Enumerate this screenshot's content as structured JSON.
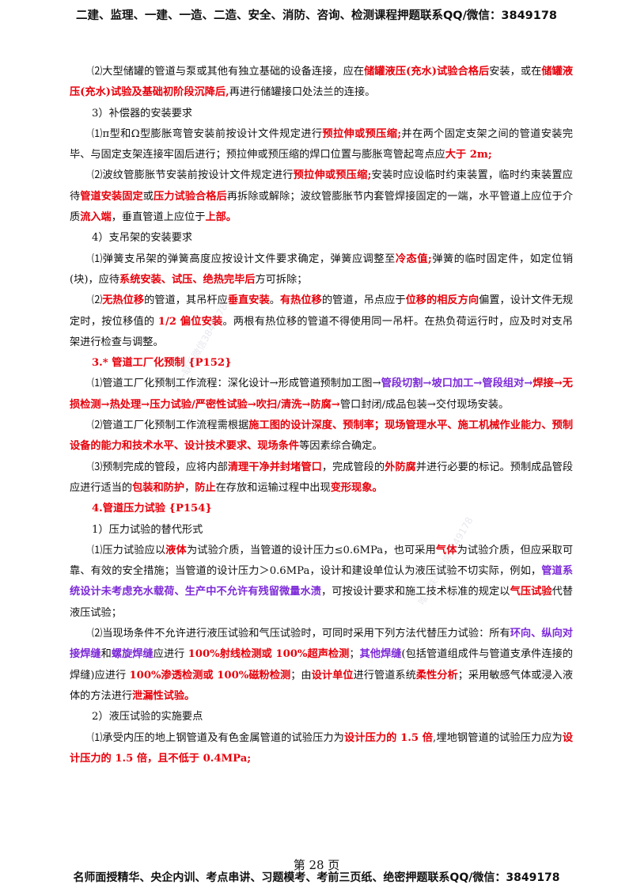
{
  "header": {
    "text": "二建、监理、一建、一造、二造、安全、消防、咨询、检测课程押题联系QQ/微信：3849178"
  },
  "footer": {
    "text": "名师面授精华、央企内训、考点串讲、习题模考、考前三页纸、绝密押题联系QQ/微信：3849178"
  },
  "page_number": "第 28 页",
  "watermarks": [
    "唯一联系微信3849178",
    "唯一联系微信3849178"
  ],
  "paragraphs": [
    {
      "id": "p1",
      "segments": [
        {
          "t": "⑵大型储罐的管道与泵或其他有独立基础的设备连接，应在"
        },
        {
          "t": "储罐液压(充水)试验合格后",
          "s": "r"
        },
        {
          "t": "安装，或在"
        },
        {
          "t": "储罐液压(充水)试验及基础初阶段沉降后,",
          "s": "r"
        },
        {
          "t": "再进行储罐接口处法兰的连接。"
        }
      ]
    },
    {
      "id": "p2",
      "segments": [
        {
          "t": "3）补偿器的安装要求"
        }
      ]
    },
    {
      "id": "p3",
      "segments": [
        {
          "t": "⑴π型和Ω型膨胀弯管安装前按设计文件规定进行"
        },
        {
          "t": "预拉伸或预压缩;",
          "s": "r"
        },
        {
          "t": "并在两个固定支架之间的管道安装完毕、与固定支架连接牢固后进行；预拉伸或预压缩的焊口位置与膨胀弯管起弯点应"
        },
        {
          "t": "大于 2m;",
          "s": "r"
        }
      ]
    },
    {
      "id": "p4",
      "segments": [
        {
          "t": "⑵波纹管膨胀节安装前按设计文件规定进行"
        },
        {
          "t": "预拉伸或预压缩;",
          "s": "r"
        },
        {
          "t": "安装时应设临时约束装置，临时约束装置应待"
        },
        {
          "t": "管道安装固定",
          "s": "r"
        },
        {
          "t": "或"
        },
        {
          "t": "压力试验合格后",
          "s": "r"
        },
        {
          "t": "再拆除或解除；波纹管膨胀节内套管焊接固定的一端，水平管道上应位于介质"
        },
        {
          "t": "流入端",
          "s": "r"
        },
        {
          "t": "，垂直管道上应位于"
        },
        {
          "t": "上部。",
          "s": "r"
        }
      ]
    },
    {
      "id": "p5",
      "segments": [
        {
          "t": "4）支吊架的安装要求"
        }
      ]
    },
    {
      "id": "p6",
      "segments": [
        {
          "t": "⑴弹簧支吊架的弹簧高度应按设计文件要求确定，弹簧应调整至"
        },
        {
          "t": "冷态值;",
          "s": "r"
        },
        {
          "t": "弹簧的临时固定件，如定位销(块)，应待"
        },
        {
          "t": "系统安装、试压、绝热完毕后",
          "s": "r"
        },
        {
          "t": "方可拆除；"
        }
      ]
    },
    {
      "id": "p7",
      "segments": [
        {
          "t": "⑵"
        },
        {
          "t": "无热位移",
          "s": "r"
        },
        {
          "t": "的管道，其吊杆应"
        },
        {
          "t": "垂直安装",
          "s": "r"
        },
        {
          "t": "。"
        },
        {
          "t": "有热位移",
          "s": "r"
        },
        {
          "t": "的管道，吊点应于"
        },
        {
          "t": "位移的相反方向",
          "s": "r"
        },
        {
          "t": "偏置，设计文件无规定时，按位移值的 "
        },
        {
          "t": "1/2 偏位安装",
          "s": "r"
        },
        {
          "t": "。两根有热位移的管道不得使用同一吊杆。在热负荷运行时，应及时对支吊架进行检查与调整。"
        }
      ]
    },
    {
      "id": "p8",
      "head": true,
      "segments": [
        {
          "t": "3.* 管道工厂化预制 {P152}",
          "s": "r"
        }
      ]
    },
    {
      "id": "p9",
      "segments": [
        {
          "t": "⑴管道工厂化预制工作流程：深化设计→形成管道预制加工图→"
        },
        {
          "t": "管段切割→坡口加工→管段组对→",
          "s": "p"
        },
        {
          "t": "焊接→无损检测→热处理→压力试验/严密性试验→吹扫/清洗→防腐→",
          "s": "r"
        },
        {
          "t": "管口封闭/成品包装→交付现场安装。"
        }
      ]
    },
    {
      "id": "p10",
      "segments": [
        {
          "t": "⑵管道工厂化预制工作流程需根据"
        },
        {
          "t": "施工图的设计深度、预制率；现场管理水平、施工机械作业能力、预制设备的能力和技术水平、设计技术要求、现场条件",
          "s": "r"
        },
        {
          "t": "等因素综合确定。"
        }
      ]
    },
    {
      "id": "p11",
      "segments": [
        {
          "t": "⑶预制完成的管段，应将内部"
        },
        {
          "t": "清理干净并封堵管口",
          "s": "r"
        },
        {
          "t": "，完成管段的"
        },
        {
          "t": "外防腐",
          "s": "r"
        },
        {
          "t": "并进行必要的标记。预制成品管段应进行适当的"
        },
        {
          "t": "包装和防护",
          "s": "r"
        },
        {
          "t": "，"
        },
        {
          "t": "防止",
          "s": "r"
        },
        {
          "t": "在存放和运输过程中出现"
        },
        {
          "t": "变形现象。",
          "s": "r"
        }
      ]
    },
    {
      "id": "p12",
      "head": true,
      "segments": [
        {
          "t": "4.管道压力试验 {P154}",
          "s": "r"
        }
      ]
    },
    {
      "id": "p13",
      "segments": [
        {
          "t": "1）压力试验的替代形式"
        }
      ]
    },
    {
      "id": "p14",
      "segments": [
        {
          "t": "⑴压力试验应以"
        },
        {
          "t": "液体",
          "s": "r"
        },
        {
          "t": "为试验介质，当管道的设计压力≤0.6MPa，也可采用"
        },
        {
          "t": "气体",
          "s": "r"
        },
        {
          "t": "为试验介质，但应采取可靠、有效的安全措施；当管道的设计压力＞0.6MPa，设计和建设单位认为液压试验不切实际，例如，"
        },
        {
          "t": "管道系统设计未考虑充水载荷、生产中不允许有残留微量水渍",
          "s": "p"
        },
        {
          "t": "，可按设计要求和施工技术标准的规定以"
        },
        {
          "t": "气压试验",
          "s": "r"
        },
        {
          "t": "代替液压试验；"
        }
      ]
    },
    {
      "id": "p15",
      "segments": [
        {
          "t": "⑵当现场条件不允许进行液压试验和气压试验时，可同时采用下列方法代替压力试验：所有"
        },
        {
          "t": "环向、纵向对接焊缝",
          "s": "p"
        },
        {
          "t": "和"
        },
        {
          "t": "螺旋焊缝",
          "s": "p"
        },
        {
          "t": "应进行 "
        },
        {
          "t": "100%射线检测或 100%超声检测",
          "s": "r"
        },
        {
          "t": "；"
        },
        {
          "t": "其他焊缝",
          "s": "p"
        },
        {
          "t": "(包括管道组成件与管道支承件连接的焊缝)应进行 "
        },
        {
          "t": "100%渗透检测或 100%磁粉检测",
          "s": "r"
        },
        {
          "t": "；由"
        },
        {
          "t": "设计单位",
          "s": "r"
        },
        {
          "t": "进行管道系统"
        },
        {
          "t": "柔性分析",
          "s": "r"
        },
        {
          "t": "；采用敏感气体或浸入液体的方法进行"
        },
        {
          "t": "泄漏性试验。",
          "s": "r"
        }
      ]
    },
    {
      "id": "p16",
      "segments": [
        {
          "t": "2）液压试验的实施要点"
        }
      ]
    },
    {
      "id": "p17",
      "segments": [
        {
          "t": "⑴承受内压的地上钢管道及有色金属管道的试验压力为"
        },
        {
          "t": "设计压力的 1.5 倍",
          "s": "r"
        },
        {
          "t": ",埋地钢管道的试验压力应为"
        },
        {
          "t": "设计压力的 1.5 倍，且不低于 0.4MPa;",
          "s": "r"
        }
      ]
    }
  ]
}
